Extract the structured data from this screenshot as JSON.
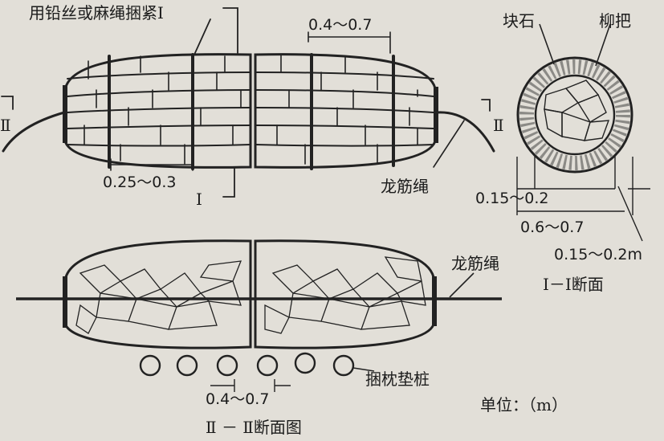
{
  "top_view": {
    "binding_note": "用铅丝或麻绳捆紧Ⅰ",
    "spacing_top": "0.4～0.7",
    "spacing_bottom": "0.25～0.3",
    "cut_left": "Ⅱ",
    "cut_right": "Ⅱ",
    "cut_bottom": "Ⅰ",
    "rope_label": "龙筋绳"
  },
  "cross_section": {
    "stone_label": "块石",
    "willow_label": "柳把",
    "dim_inner": "0.15～0.2",
    "dim_diameter": "0.6～0.7",
    "dim_outer": "0.15～0.2m",
    "title": "Ⅰ－Ⅰ断面"
  },
  "side_section": {
    "rope_label": "龙筋绳",
    "pile_label": "捆枕垫桩",
    "spacing": "0.4～0.7",
    "title": "Ⅱ － Ⅱ断面图"
  },
  "unit_label": "单位：（m）"
}
